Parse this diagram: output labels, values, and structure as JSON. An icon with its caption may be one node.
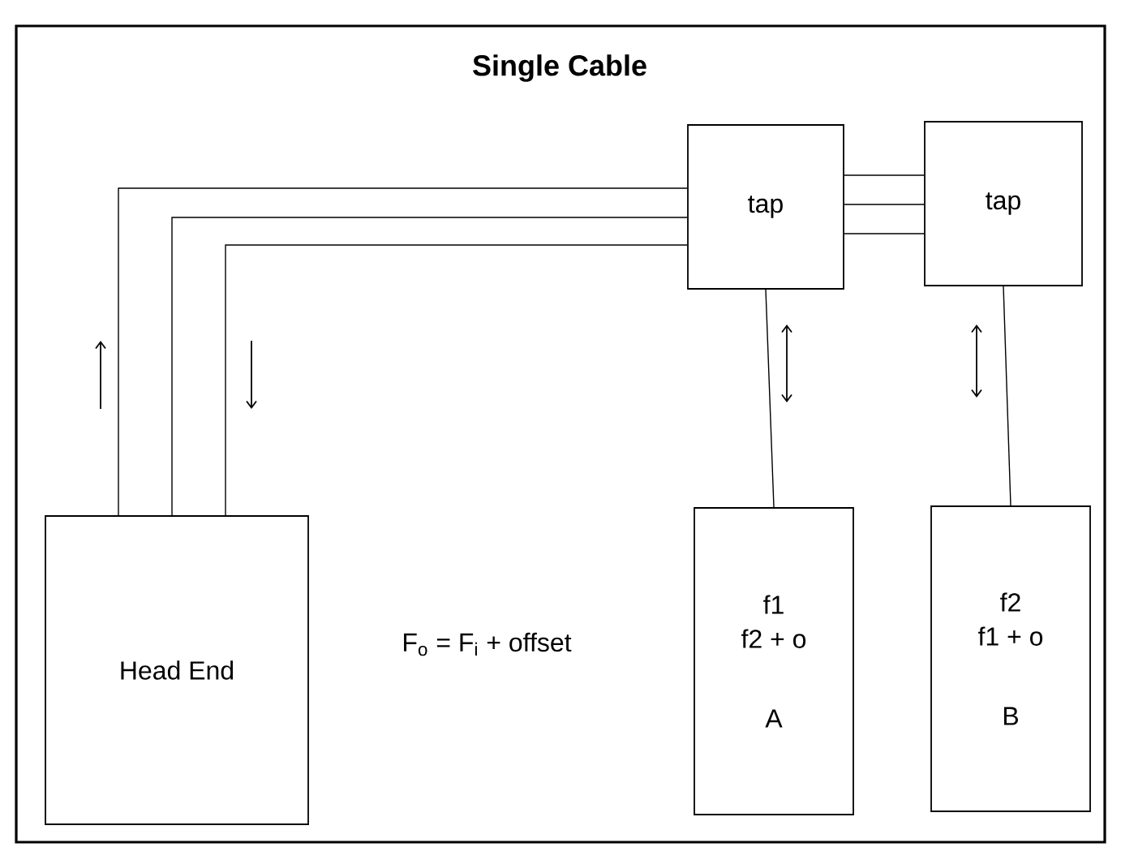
{
  "diagram": {
    "title": "Single Cable",
    "nodes": [
      {
        "text": [
          "tap"
        ]
      },
      {
        "text": [
          "tap"
        ]
      },
      {
        "text": [
          "Head End"
        ]
      },
      {
        "text": [
          "f1",
          "f2 + o",
          "A"
        ]
      },
      {
        "text": [
          "f2",
          "f1 + o",
          "B"
        ]
      }
    ],
    "edges": [
      {
        "from": 2,
        "to": 0,
        "arrow": "none"
      },
      {
        "from": 2,
        "to": 0,
        "arrow": "none"
      },
      {
        "from": 2,
        "to": 0,
        "arrow": "none"
      },
      {
        "from": 0,
        "to": 1,
        "arrow": "none"
      },
      {
        "from": 0,
        "to": 1,
        "arrow": "none"
      },
      {
        "from": 0,
        "to": 1,
        "arrow": "none"
      },
      {
        "from": 0,
        "to": 3,
        "arrow": "none"
      },
      {
        "from": 1,
        "to": 4,
        "arrow": "none"
      }
    ],
    "labels": [
      "F$_{o}$ = F$_{i}$ + offset"
    ]
  }
}
